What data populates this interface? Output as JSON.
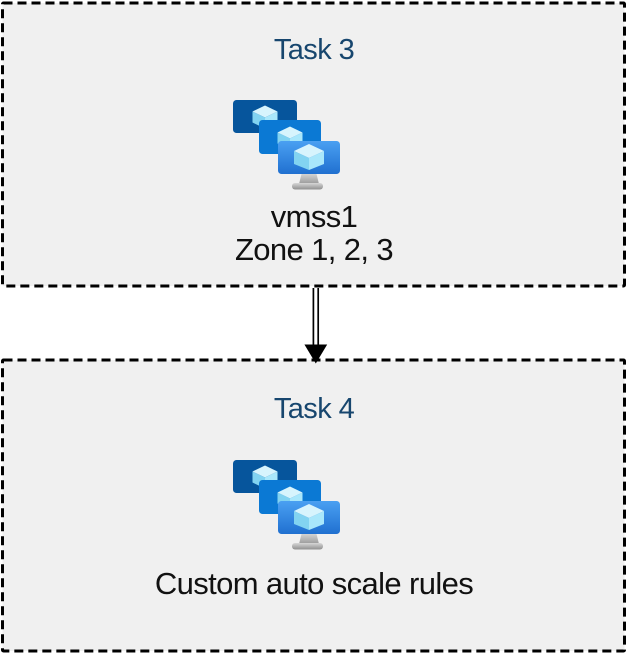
{
  "diagram": {
    "boxes": [
      {
        "id": "task3",
        "title": "Task 3",
        "icon": "vm-scale-sets-icon",
        "caption_lines": [
          "vmss1",
          "Zone 1, 2, 3"
        ]
      },
      {
        "id": "task4",
        "title": "Task 4",
        "icon": "vm-scale-sets-icon",
        "caption_lines": [
          "Custom auto scale rules"
        ]
      }
    ],
    "connector": {
      "style": "double-line-arrow",
      "direction": "down",
      "from": "task3",
      "to": "task4"
    },
    "colors": {
      "box_fill": "#f0f0f0",
      "box_border": "#000000",
      "title_text": "#17466e",
      "caption_text": "#111111",
      "arrow": "#000000",
      "monitor_back": "#06559c",
      "monitor_middle": "#0b79d4",
      "monitor_front_top": "#4aa0f2",
      "monitor_front_bottom": "#2070d0",
      "cube_top": "#d7f4fd",
      "cube_left": "#82d3f1",
      "cube_right": "#a9e7fb",
      "stand_light": "#dedede",
      "stand_dark": "#9a9a9a"
    }
  }
}
